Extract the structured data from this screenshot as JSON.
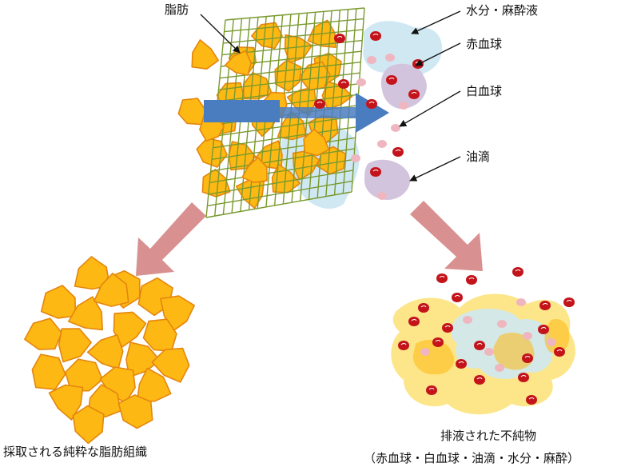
{
  "labels": {
    "fat": "脂肪",
    "water_anesthetic": "水分・麻酔液",
    "red_blood_cell": "赤血球",
    "white_blood_cell": "白血球",
    "oil_drop": "油滴",
    "harvested_tissue": "採取される純粋な脂肪組織",
    "waste_title": "排液された不純物",
    "waste_detail": "（赤血球・白血球・油滴・水分・麻酔）"
  },
  "colors": {
    "fat_fill": "#FDB813",
    "fat_stroke": "#E4860E",
    "mesh": "#7A9A2E",
    "flow_arrow": "#4A7CC0",
    "down_arrow": "#D99090",
    "red_cell": "#C4141B",
    "white_cell": "#EFB6BF",
    "water": "#CFE8F2",
    "oil": "#D2C4DD",
    "waste_yellow": "#FCDD62"
  }
}
